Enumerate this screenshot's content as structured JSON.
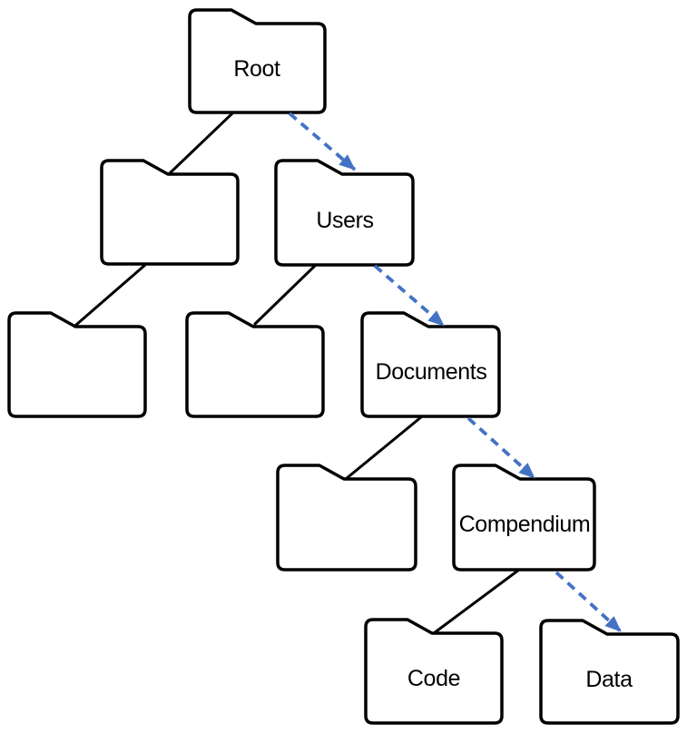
{
  "diagram": {
    "kind": "folder-tree",
    "background": "#ffffff",
    "colors": {
      "outline": "#000000",
      "highlight": "#4472C4",
      "folder_fill": "#ffffff"
    },
    "nodes": {
      "root": {
        "label": "Root"
      },
      "child_left": {
        "label": ""
      },
      "users": {
        "label": "Users"
      },
      "grandchild_left": {
        "label": ""
      },
      "grandchild_mid": {
        "label": ""
      },
      "documents": {
        "label": "Documents"
      },
      "docs_child_left": {
        "label": ""
      },
      "compendium": {
        "label": "Compendium"
      },
      "code": {
        "label": "Code"
      },
      "data": {
        "label": "Data"
      }
    },
    "tree_edges": [
      {
        "from": "root",
        "to": "child_left"
      },
      {
        "from": "root",
        "to": "users"
      },
      {
        "from": "child_left",
        "to": "grandchild_left"
      },
      {
        "from": "users",
        "to": "grandchild_mid"
      },
      {
        "from": "users",
        "to": "documents"
      },
      {
        "from": "documents",
        "to": "docs_child_left"
      },
      {
        "from": "documents",
        "to": "compendium"
      },
      {
        "from": "compendium",
        "to": "code"
      },
      {
        "from": "compendium",
        "to": "data"
      }
    ],
    "highlighted_path": [
      "root",
      "users",
      "documents",
      "compendium",
      "data"
    ]
  }
}
